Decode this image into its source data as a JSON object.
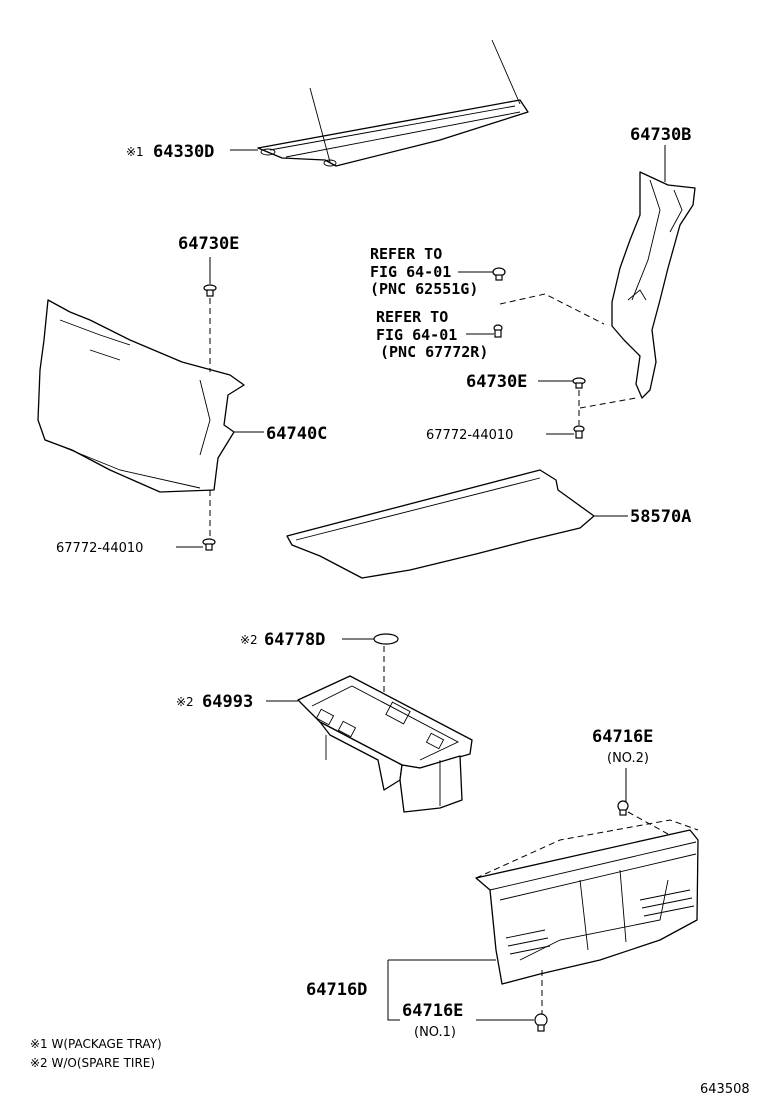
{
  "callouts": {
    "p64330D": {
      "mark": "※1",
      "code": "64330D"
    },
    "p64730B": {
      "code": "64730B"
    },
    "p64730E_top": {
      "code": "64730E"
    },
    "p64740C": {
      "code": "64740C"
    },
    "p67772_left": {
      "code": "67772-44010"
    },
    "refer1": {
      "line1": "REFER TO",
      "line2": "FIG 64-01",
      "line3": "(PNC 62551G)"
    },
    "refer2": {
      "line1": "REFER TO",
      "line2": "FIG 64-01",
      "line3": "(PNC 67772R)"
    },
    "p64730E_right": {
      "code": "64730E"
    },
    "p67772_right": {
      "code": "67772-44010"
    },
    "p58570A": {
      "code": "58570A"
    },
    "p64778D": {
      "mark": "※2",
      "code": "64778D"
    },
    "p64993": {
      "mark": "※2",
      "code": "64993"
    },
    "p64716E_no2": {
      "code": "64716E",
      "sub": "(NO.2)"
    },
    "p64716D": {
      "code": "64716D"
    },
    "p64716E_no1": {
      "code": "64716E",
      "sub": "(NO.1)"
    }
  },
  "notes": [
    "※1 W(PACKAGE TRAY)",
    "※2 W/O(SPARE TIRE)"
  ],
  "figure_code": "643508"
}
